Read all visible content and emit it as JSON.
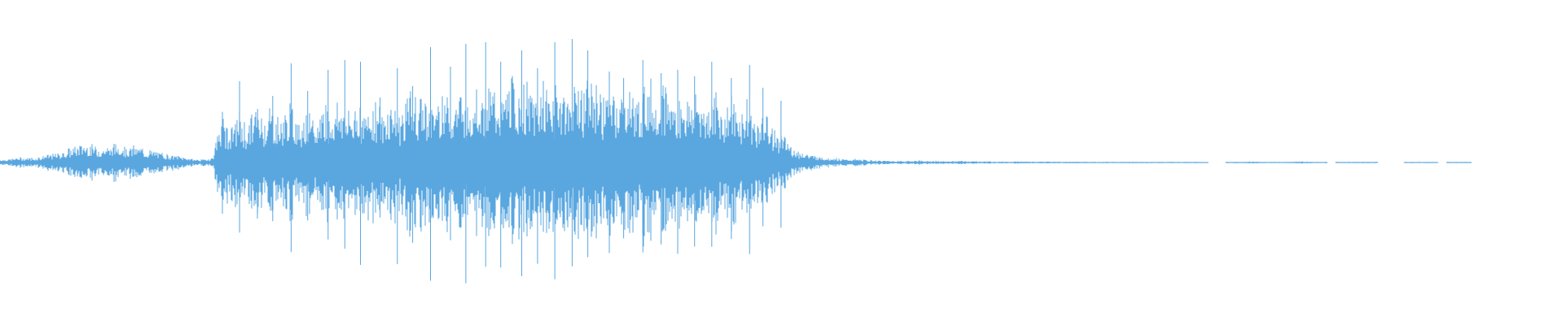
{
  "waveform": {
    "color": "#5aa7e0",
    "background": "#ffffff",
    "envelope": [
      0.02,
      0.02,
      0.03,
      0.03,
      0.03,
      0.04,
      0.05,
      0.06,
      0.08,
      0.1,
      0.12,
      0.1,
      0.09,
      0.1,
      0.12,
      0.09,
      0.1,
      0.08,
      0.07,
      0.06,
      0.05,
      0.04,
      0.03,
      0.02,
      0.02,
      0.03,
      0.31,
      0.2,
      0.3,
      0.22,
      0.34,
      0.28,
      0.35,
      0.24,
      0.36,
      0.26,
      0.33,
      0.21,
      0.38,
      0.3,
      0.4,
      0.28,
      0.39,
      0.3,
      0.4,
      0.26,
      0.41,
      0.29,
      0.45,
      0.37,
      0.42,
      0.34,
      0.48,
      0.39,
      0.44,
      0.36,
      0.5,
      0.4,
      0.47,
      0.38,
      0.52,
      0.44,
      0.46,
      0.4,
      0.49,
      0.42,
      0.51,
      0.4,
      0.53,
      0.45,
      0.5,
      0.41,
      0.48,
      0.4,
      0.46,
      0.38,
      0.52,
      0.43,
      0.47,
      0.39,
      0.45,
      0.36,
      0.44,
      0.34,
      0.41,
      0.33,
      0.4,
      0.3,
      0.36,
      0.26,
      0.3,
      0.2,
      0.16,
      0.1,
      0.07,
      0.05,
      0.04,
      0.03,
      0.03,
      0.02,
      0.02,
      0.02,
      0.015,
      0.012,
      0.012,
      0.01,
      0.01,
      0.01,
      0.012,
      0.01,
      0.01,
      0.008,
      0.008,
      0.01,
      0.008,
      0.007,
      0.007,
      0.007,
      0.006,
      0.006,
      0.006,
      0.006,
      0.005,
      0.006,
      0.005,
      0.005,
      0.005,
      0.005,
      0.004,
      0.004,
      0.004,
      0.004,
      0.004,
      0.004,
      0.004,
      0.004,
      0.003,
      0.003,
      0.003,
      0.003,
      0.003,
      0.003,
      0.0,
      0.0,
      0.0,
      0.003,
      0.003,
      0.006,
      0.004,
      0.003,
      0.0,
      0.003,
      0.004,
      0.008,
      0.004,
      0.003,
      0.0,
      0.0,
      0.003,
      0.003,
      0.004,
      0.003,
      0.0,
      0.0,
      0.0,
      0.0,
      0.003,
      0.0,
      0.003,
      0.0,
      0.0,
      0.003,
      0.003,
      0.0,
      0.0,
      0.0,
      0.0,
      0.0,
      0.0,
      0.0
    ],
    "spikes": [
      0.02,
      0.5,
      0.33,
      0.41,
      0.61,
      0.44,
      0.57,
      0.63,
      0.62,
      0.4,
      0.58,
      0.47,
      0.71,
      0.59,
      0.73,
      0.74,
      0.62,
      0.69,
      0.58,
      0.74,
      0.76,
      0.69,
      0.56,
      0.52,
      0.63,
      0.55,
      0.57,
      0.53,
      0.62,
      0.52,
      0.6,
      0.46,
      0.38
    ]
  }
}
